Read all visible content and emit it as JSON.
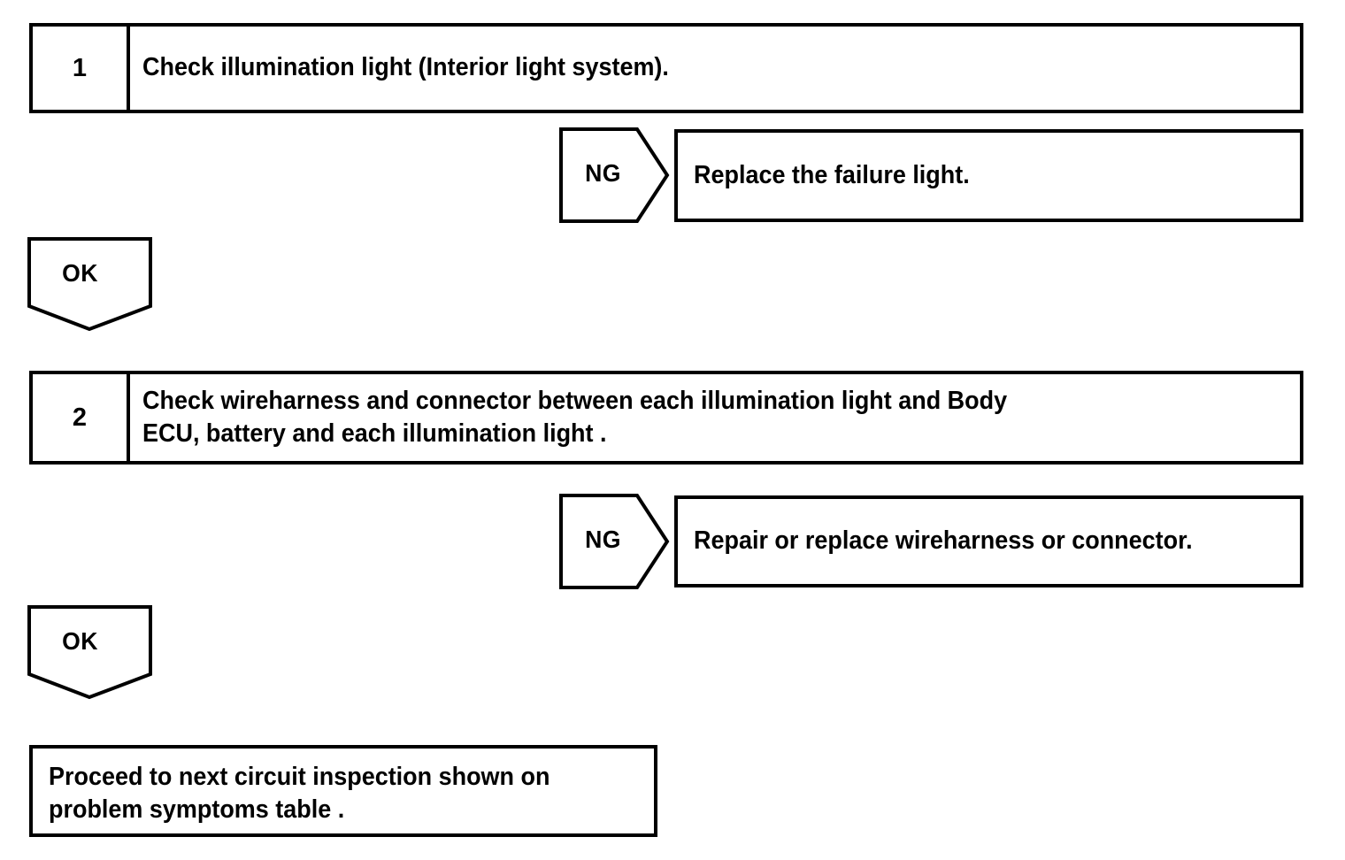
{
  "document": {
    "type": "troubleshooting-flowchart",
    "title": "Illumination light circuit inspection",
    "line_color": "#000000",
    "background_color": "#ffffff"
  },
  "steps": [
    {
      "number": "1",
      "text": "Check illumination light (Interior light system)."
    },
    {
      "number": "2",
      "text": "Check wireharness and connector between each illumination light and Body\nECU, battery and each illumination light ."
    }
  ],
  "branches": [
    {
      "tag": "NG",
      "action": "Replace the failure light."
    },
    {
      "tag": "NG",
      "action": "Repair or replace wireharness or connector."
    }
  ],
  "continue_tags": [
    {
      "tag": "OK"
    },
    {
      "tag": "OK"
    }
  ],
  "final": {
    "text": "Proceed to next circuit inspection shown on\nproblem symptoms table ."
  }
}
